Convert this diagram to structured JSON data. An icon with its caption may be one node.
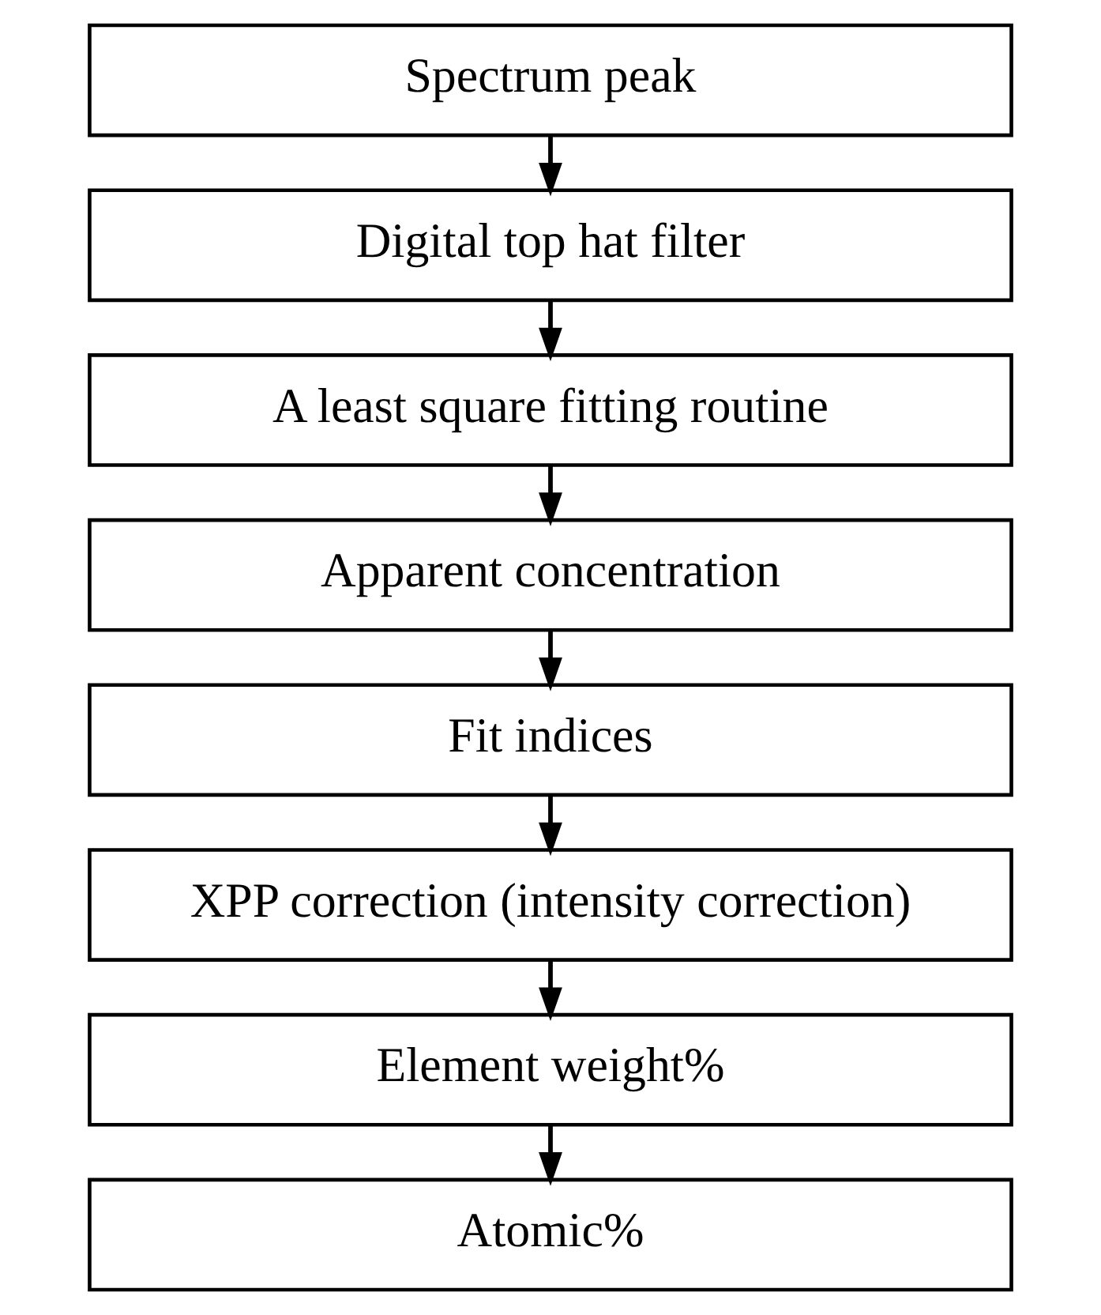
{
  "diagram": {
    "nodes": [
      {
        "text": [
          "Spectrum peak"
        ]
      },
      {
        "text": [
          "Digital top hat filter"
        ]
      },
      {
        "text": [
          "A least square fitting routine"
        ]
      },
      {
        "text": [
          "Apparent concentration"
        ]
      },
      {
        "text": [
          "Fit indices"
        ]
      },
      {
        "text": [
          "XPP correction (intensity correction)"
        ]
      },
      {
        "text": [
          "Element weight%"
        ]
      },
      {
        "text": [
          "Atomic%"
        ]
      }
    ],
    "edges": [
      {
        "from": 0,
        "to": 1,
        "arrow": "to"
      },
      {
        "from": 1,
        "to": 2,
        "arrow": "to"
      },
      {
        "from": 2,
        "to": 3,
        "arrow": "to"
      },
      {
        "from": 3,
        "to": 4,
        "arrow": "to"
      },
      {
        "from": 4,
        "to": 5,
        "arrow": "to"
      },
      {
        "from": 5,
        "to": 6,
        "arrow": "to"
      },
      {
        "from": 6,
        "to": 7,
        "arrow": "to"
      }
    ]
  }
}
